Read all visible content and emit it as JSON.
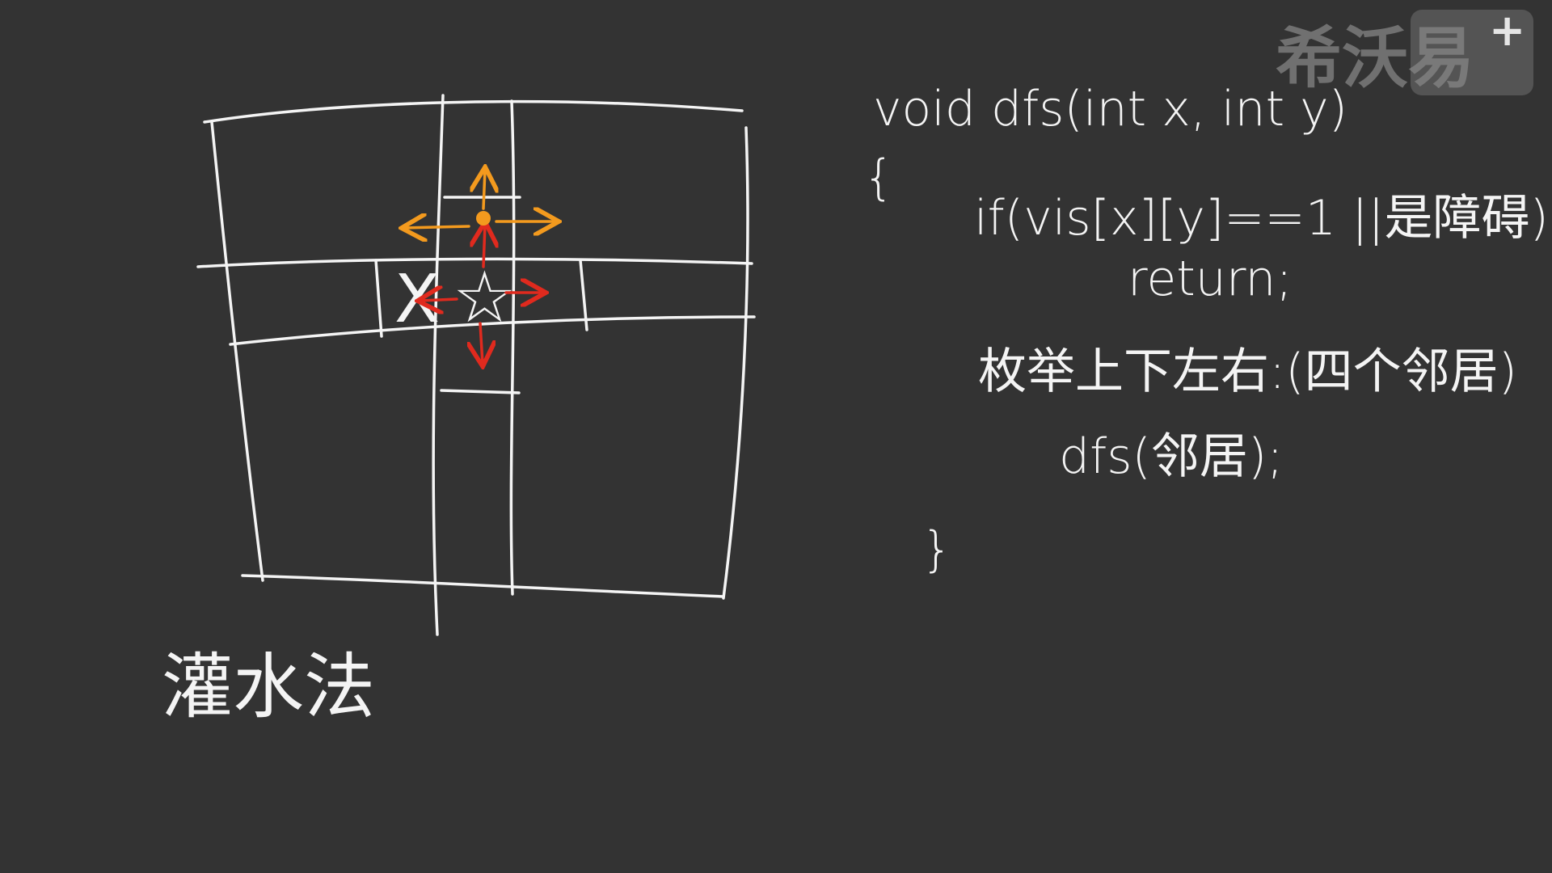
{
  "watermark": {
    "text": "希沃易",
    "plus": "+"
  },
  "diagram": {
    "title": "灌水法",
    "center_mark": "☆",
    "neighbor_mark": "X",
    "colors": {
      "background": "#333333",
      "chalk": "#f4f4f4",
      "orange_arrows": "#f39a1e",
      "red_arrows": "#e02a1e"
    }
  },
  "code": {
    "lines": [
      "void  dfs(int x, int y)",
      "{",
      "if(vis[x][y]==1 ||是障碍)",
      "return;",
      "枚举上下左右:(四个邻居)",
      "dfs(邻居);",
      "}"
    ]
  }
}
